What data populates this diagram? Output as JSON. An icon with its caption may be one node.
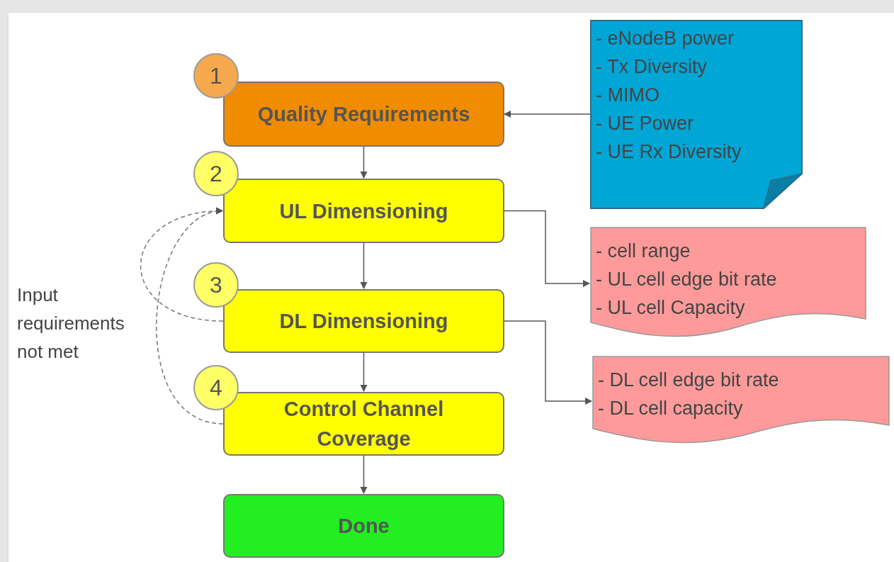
{
  "diagram": {
    "nodes": [
      {
        "text": [
          "1"
        ]
      },
      {
        "text": [
          "Quality Requirements"
        ]
      },
      {
        "text": [
          "- eNodeB power",
          "- Tx Diversity",
          "- MIMO",
          "- UE Power",
          "- UE Rx Diversity"
        ]
      },
      {
        "text": [
          "2"
        ]
      },
      {
        "text": [
          "UL Dimensioning"
        ]
      },
      {
        "text": [
          "- cell range",
          "- UL cell edge bit rate",
          "- UL cell Capacity"
        ]
      },
      {
        "text": [
          "3"
        ]
      },
      {
        "text": [
          "DL Dimensioning"
        ]
      },
      {
        "text": [
          "- DL cell edge bit rate",
          "- DL cell capacity"
        ]
      },
      {
        "text": [
          "4"
        ]
      },
      {
        "text": [
          "Control Channel Coverage"
        ]
      },
      {
        "text": [
          "Done"
        ]
      }
    ],
    "edges": [
      {
        "from": 2,
        "to": 1,
        "arrow": "to"
      },
      {
        "from": 1,
        "to": 4,
        "arrow": "to"
      },
      {
        "from": 4,
        "to": 5,
        "arrow": "to"
      },
      {
        "from": 4,
        "to": 7,
        "arrow": "to"
      },
      {
        "from": 7,
        "to": 8,
        "arrow": "to"
      },
      {
        "from": 7,
        "to": 4,
        "arrow": "to",
        "style": "dashed"
      },
      {
        "from": 10,
        "to": 4,
        "arrow": "to",
        "style": "dashed"
      },
      {
        "from": 7,
        "to": 10,
        "arrow": "to"
      },
      {
        "from": 10,
        "to": 11,
        "arrow": "to"
      }
    ],
    "labels": [
      "Input requirements not met"
    ]
  }
}
